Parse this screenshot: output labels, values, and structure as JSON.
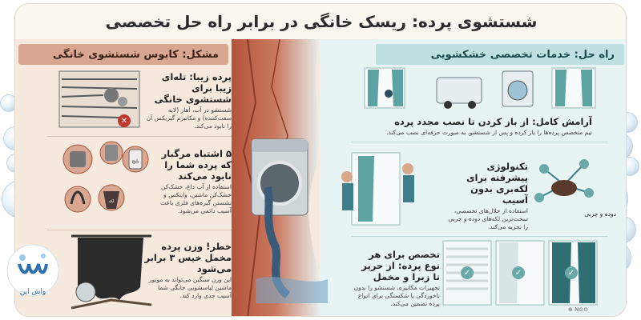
{
  "header": {
    "title": "شستشوی پرده: ریسک خانگی در برابر راه حل تخصصی"
  },
  "problem": {
    "band": "مشکل: کابوس شستشوی خانگی",
    "items": [
      {
        "title": "پرده زیبا: تله‌ای زیبا برای شستشوی خانگی",
        "body": "شستشو در آب، آهار (لایه سفت‌کننده) و مکانیزم گیربکس آن را نابود می‌کند."
      },
      {
        "title": "۵ اشتباه مرگبار که پرده شما را نابود می‌کند",
        "body": "استفاده از آب داغ، خشک‌کن خشک‌کن ماشین، وایتکس و نشستن گیره‌های فلزی باعث آسیب دائمی می‌شود."
      },
      {
        "title": "خطر! وزن پرده مخمل خیس ۳ برابر می‌شود",
        "body": "این وزن سنگین می‌تواند به موتور ماشین لباسشویی خانگی شما آسیب جدی وارد کند."
      }
    ]
  },
  "solution": {
    "band": "راه حل: خدمات تخصصی خشکشویی",
    "items": [
      {
        "title": "آرامش کامل: از باز کردن تا نصب مجدد پرده",
        "body": "تیم متخصص پرده‌ها را باز کرده و پس از شستشو، به صورت حرفه‌ای نصب می‌کند."
      },
      {
        "title": "تکنولوژی پیشرفته برای لکه‌بری بدون آسیب",
        "body": "استفاده از حلال‌های تخصصی، سخت‌ترین لکه‌های دوده و چربی را تجزیه می‌کند."
      },
      {
        "title": "تخصص برای هر نوع پرده: از حریر تا زبرا و مخمل",
        "body": "تجهیزات مکانیزه، شستشو را بدون ناخوردگی یا شکستگی برای انواع پرده تضمین می‌کند."
      }
    ],
    "stain_label": "دوده و چربی"
  },
  "stain_icons": [
    "لکه",
    "بلیچ"
  ],
  "logo": {
    "text": "واش این"
  },
  "credit": {
    "text": "⊕ N⊙⊙"
  },
  "colors": {
    "problem_bg": "#f6e9de",
    "solution_bg": "#e8f3f3",
    "accent_teal": "#6aa8a9",
    "accent_red": "#c0392b"
  }
}
